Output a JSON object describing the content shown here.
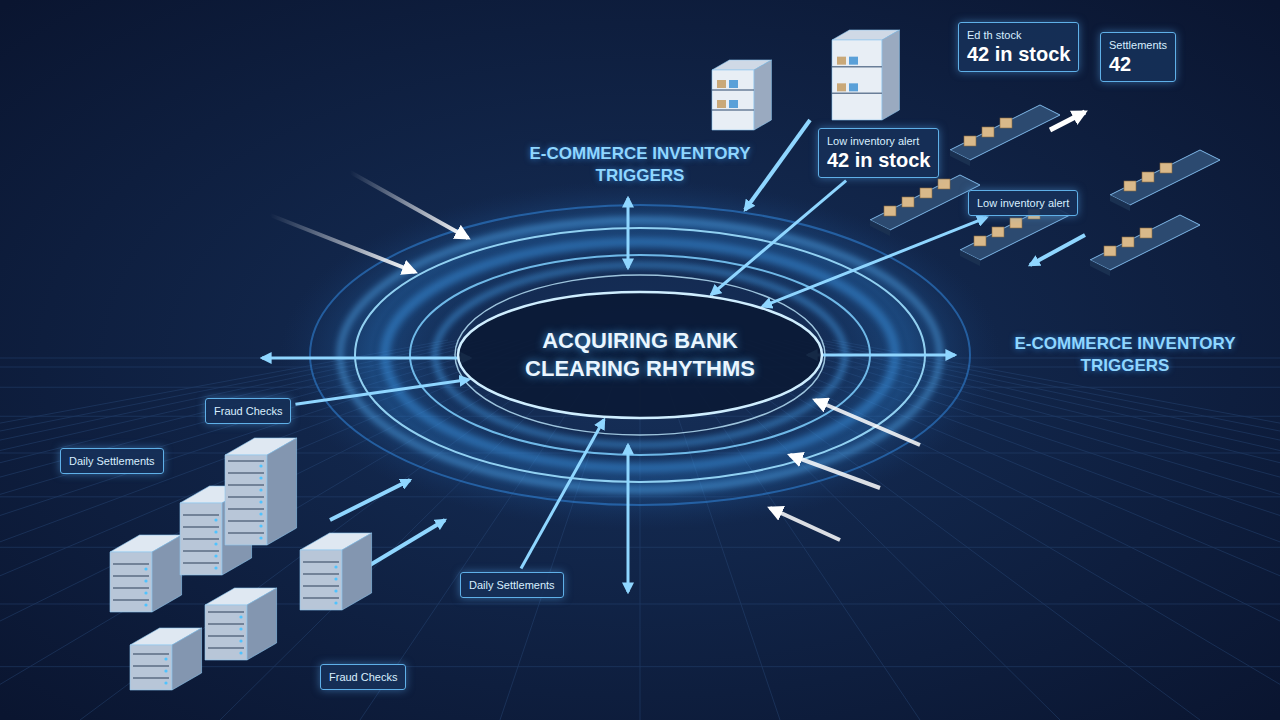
{
  "diagram": {
    "nodes": [
      {
        "text": [
          "ACQUIRING BANK CLEARING RHYTHMS"
        ]
      },
      {
        "text": [
          "Ed th stock",
          "42 in stock"
        ]
      },
      {
        "text": [
          "Settlements",
          "42"
        ]
      },
      {
        "text": [
          "Low inventory alert",
          "42 in stock"
        ]
      },
      {
        "text": [
          "Low inventory alert"
        ]
      },
      {
        "text": [
          "Fraud Checks"
        ]
      },
      {
        "text": [
          "Daily Settlements"
        ]
      },
      {
        "text": [
          "Daily Settlements"
        ]
      },
      {
        "text": [
          "Fraud Checks"
        ]
      }
    ],
    "edges": [
      {
        "from": 3,
        "to": 0,
        "arrow": "to"
      },
      {
        "from": 4,
        "to": 0,
        "arrow": "both"
      },
      {
        "from": 5,
        "to": 0,
        "arrow": "to"
      },
      {
        "from": 7,
        "to": 0,
        "arrow": "to"
      }
    ],
    "labels": [
      "E-COMMERCE INVENTORY TRIGGERS",
      "E-COMMERCE INVENTORY TRIGGERS"
    ]
  }
}
